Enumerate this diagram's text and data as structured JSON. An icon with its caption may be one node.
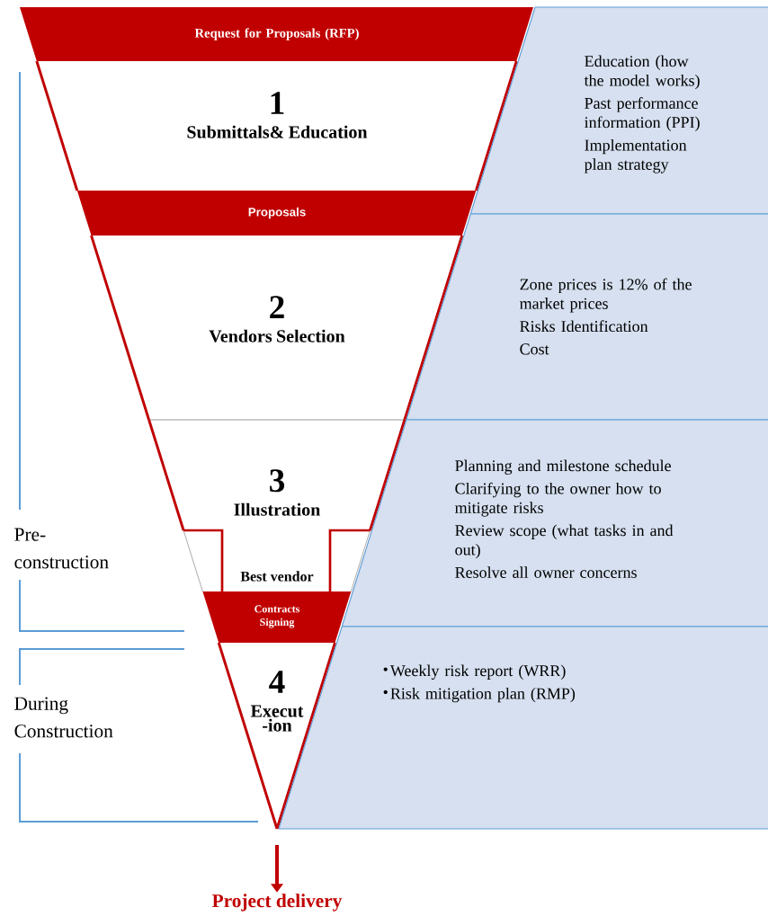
{
  "diagram": {
    "nodes": [
      {
        "text": [
          "Request for Proposals (RFP)"
        ]
      },
      {
        "text": [
          "1",
          "Submittals& Education"
        ]
      },
      {
        "text": [
          "Proposals"
        ]
      },
      {
        "text": [
          "2",
          "Vendors Selection"
        ]
      },
      {
        "text": [
          "3",
          "Illustration"
        ]
      },
      {
        "text": [
          "Best vendor"
        ],
        "in": 4
      },
      {
        "text": [
          "Contracts Signing"
        ]
      },
      {
        "text": [
          "4",
          "Execut -ion"
        ]
      },
      {
        "text": [
          "Project delivery"
        ]
      },
      {
        "text": [
          "Education (how the model works)",
          "Past performance information (PPI)",
          "Implementation plan strategy"
        ]
      },
      {
        "text": [
          "Zone prices is 12% of the market prices",
          "Risks Identification",
          "Cost"
        ]
      },
      {
        "text": [
          "Planning and milestone schedule",
          "Clarifying to the owner how to mitigate risks",
          "Review scope (what tasks in and out)",
          "Resolve all owner concerns"
        ]
      },
      {
        "text": [
          "Weekly risk report (WRR)",
          "Risk mitigation plan (RMP)"
        ]
      }
    ],
    "edges": [
      {
        "from": 7,
        "to": 8,
        "arrow": "to"
      }
    ],
    "labels": [
      "Pre-construction",
      "During Construction"
    ]
  }
}
